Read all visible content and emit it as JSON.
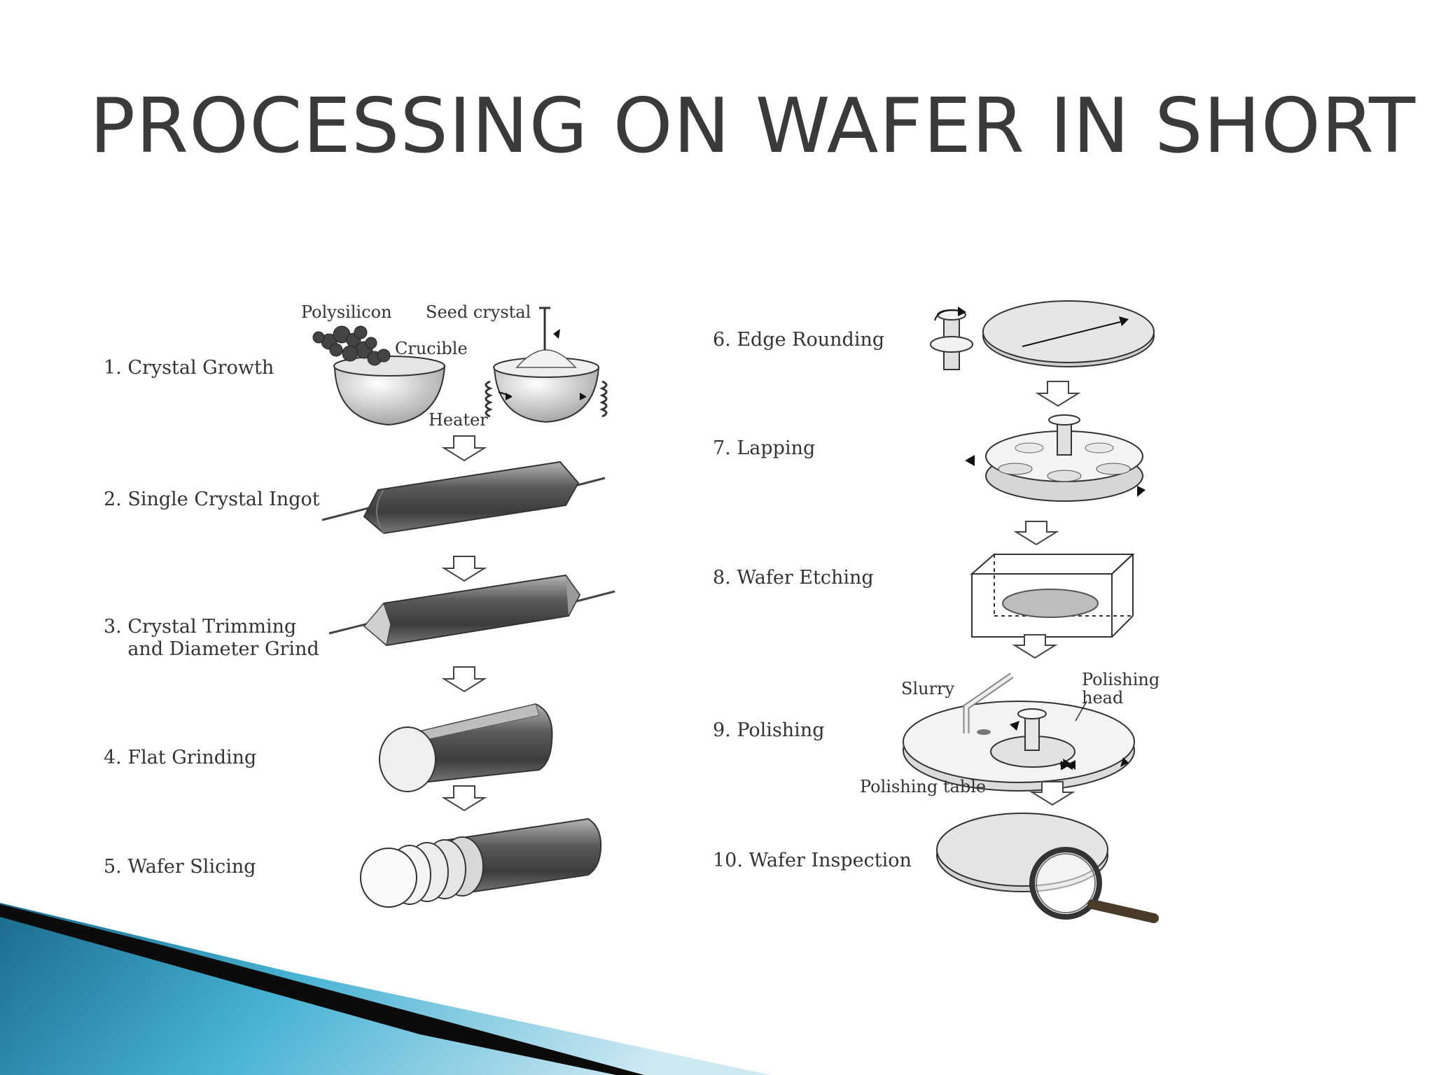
{
  "title": "PROCESSING ON WAFER IN SHORT",
  "steps": [
    {
      "label": "1. Crystal Growth"
    },
    {
      "label": "2. Single Crystal Ingot"
    },
    {
      "label": "3. Crystal Trimming\n    and Diameter Grind"
    },
    {
      "label": "4. Flat Grinding"
    },
    {
      "label": "5. Wafer Slicing"
    },
    {
      "label": "6. Edge Rounding"
    },
    {
      "label": "7. Lapping"
    },
    {
      "label": "8. Wafer Etching"
    },
    {
      "label": "9. Polishing"
    },
    {
      "label": "10. Wafer Inspection"
    }
  ],
  "annotations": {
    "polysilicon": "Polysilicon",
    "seed_crystal": "Seed crystal",
    "crucible": "Crucible",
    "heater": "Heater",
    "slurry": "Slurry",
    "polishing_head": "Polishing\nhead",
    "polishing_table": "Polishing table"
  },
  "colors": {
    "title": "#3a3a3a",
    "accent_blue": "#2f9fc4",
    "dark_band": "#0b0b0b"
  },
  "icons": [
    "crucible-icon",
    "ingot-icon",
    "arrow-down-icon",
    "wafer-icon",
    "magnifier-icon"
  ]
}
